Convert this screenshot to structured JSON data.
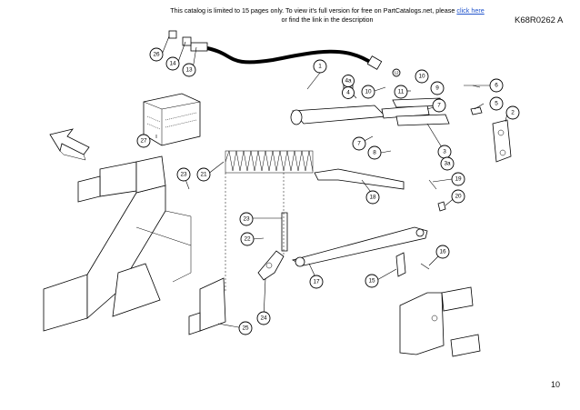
{
  "notice": {
    "line1": "This catalog is limited to 15 pages only. To view it's full version for free on PartCatalogs.net, please",
    "link": "click here",
    "line2": "or find the link in the description"
  },
  "document_id": "K68R0262 A",
  "page_number": "10",
  "callouts": {
    "c1": "1",
    "c2": "2",
    "c3": "3",
    "c3a": "3a",
    "c4": "4",
    "c4a": "4a",
    "c5": "5",
    "c6": "6",
    "c7a": "7",
    "c7b": "7",
    "c8": "8",
    "c9": "9",
    "c10a": "10",
    "c10b": "10",
    "c11": "11",
    "c12": "12",
    "c13": "13",
    "c14": "14",
    "c15": "15",
    "c16": "16",
    "c17": "17",
    "c18": "18",
    "c19": "19",
    "c20": "20",
    "c21": "21",
    "c22": "22",
    "c23a": "23",
    "c23b": "23",
    "c24": "24",
    "c25": "25",
    "c26": "26",
    "c27": "27"
  }
}
